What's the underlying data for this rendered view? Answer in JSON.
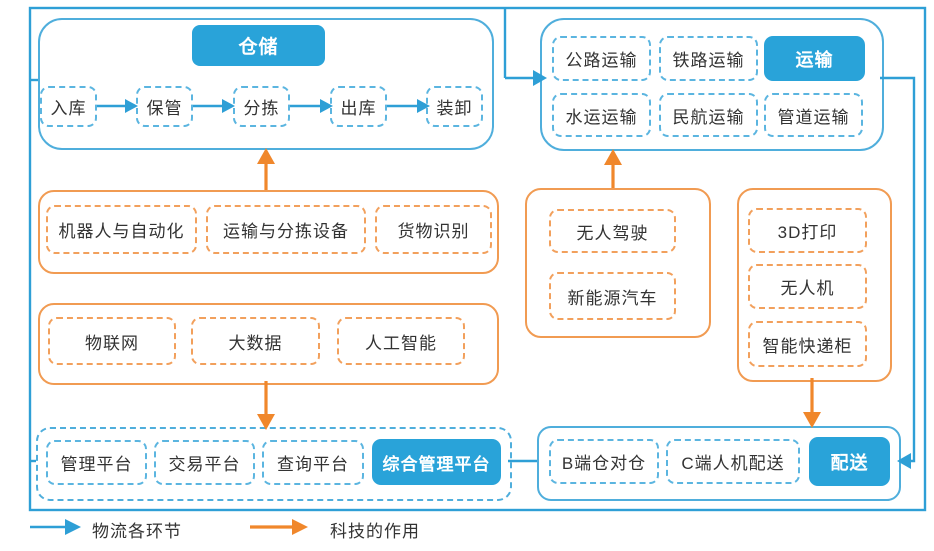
{
  "warehouse": {
    "title": "仓储",
    "steps": [
      "入库",
      "保管",
      "分拣",
      "出库",
      "装卸"
    ]
  },
  "transport": {
    "title": "运输",
    "modes": [
      "公路运输",
      "铁路运输",
      "水运运输",
      "民航运输",
      "管道运输"
    ]
  },
  "warehouse_tech": {
    "items": [
      "机器人与自动化",
      "运输与分拣设备",
      "货物识别"
    ]
  },
  "data_tech": {
    "items": [
      "物联网",
      "大数据",
      "人工智能"
    ]
  },
  "platform": {
    "title": "综合管理平台",
    "items": [
      "管理平台",
      "交易平台",
      "查询平台"
    ]
  },
  "delivery": {
    "title": "配送",
    "items": [
      "B端仓对仓",
      "C端人机配送"
    ]
  },
  "transport_tech": {
    "items": [
      "无人驾驶",
      "新能源汽车"
    ]
  },
  "delivery_tech": {
    "items": [
      "3D打印",
      "无人机",
      "智能快递柜"
    ]
  },
  "legend": {
    "logistics": "物流各环节",
    "technology": "科技的作用"
  },
  "colors": {
    "blue_fill": "#29A3D9",
    "blue_line": "#2E9FD6",
    "blue_border": "#4FAEDC",
    "orange_line": "#F0872B",
    "orange_border": "#F19B52",
    "text": "#333333"
  }
}
